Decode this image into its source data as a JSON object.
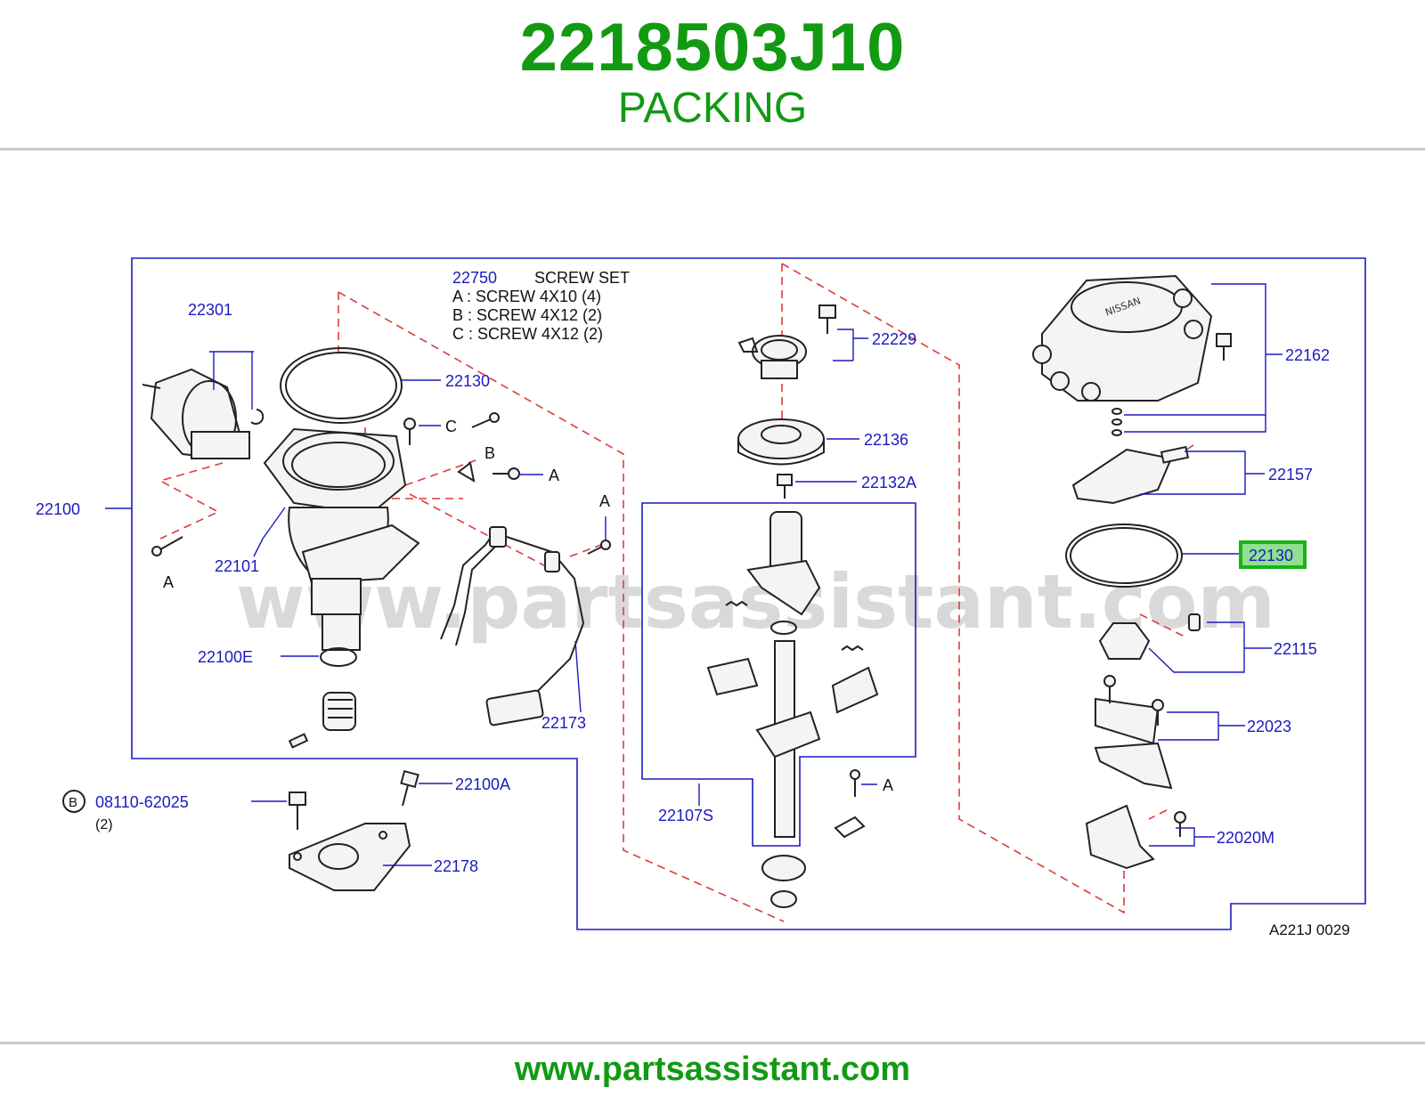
{
  "header": {
    "part_number": "2218503J10",
    "part_name": "PACKING"
  },
  "footer": {
    "url": "www.partsassistant.com"
  },
  "watermark": "www.partsassistant.com",
  "diagram_code": "A221J   0029",
  "screw_set": {
    "code": "22750",
    "title": "SCREW   SET",
    "rows": [
      "A  :  SCREW   4X10   (4)",
      "B  :  SCREW   4X12   (2)",
      "C  :  SCREW   4X12   (2)"
    ]
  },
  "letters": {
    "a": "A",
    "b": "B",
    "c": "C"
  },
  "labels": {
    "p22301": "22301",
    "p22130_top": "22130",
    "p22100": "22100",
    "p22101": "22101",
    "p22100E": "22100E",
    "p22173": "22173",
    "p22229": "22229",
    "p22136": "22136",
    "p22132A": "22132A",
    "p22107S": "22107S",
    "p22162": "22162",
    "p22157": "22157",
    "p22130_highlight": "22130",
    "p22115": "22115",
    "p22023": "22023",
    "p22020M": "22020M",
    "p22100A": "22100A",
    "p22178": "22178",
    "bolt_code": "08110-62025",
    "bolt_qty": "(2)",
    "bolt_circle": "B"
  },
  "colors": {
    "brand_green": "#129a12",
    "label_blue": "#1a1ac0",
    "highlight": "#17b317",
    "dash_red": "#e03a3a"
  }
}
